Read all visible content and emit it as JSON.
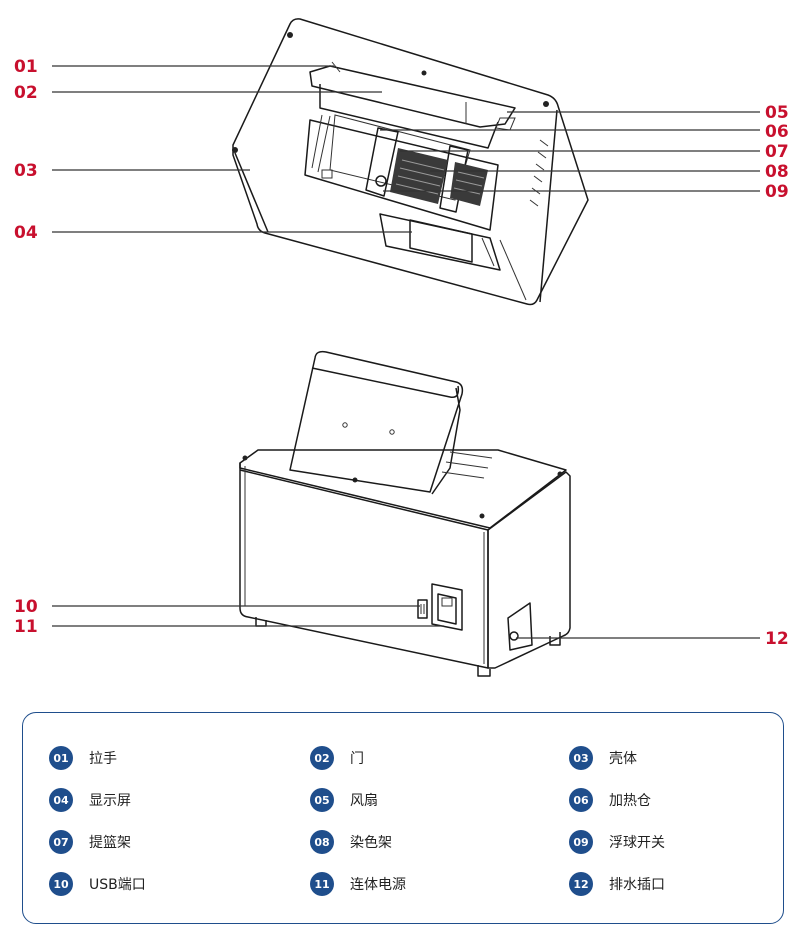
{
  "callouts": [
    {
      "id": "01",
      "label": "拉手"
    },
    {
      "id": "02",
      "label": "门"
    },
    {
      "id": "03",
      "label": "壳体"
    },
    {
      "id": "04",
      "label": "显示屏"
    },
    {
      "id": "05",
      "label": "风扇"
    },
    {
      "id": "06",
      "label": "加热仓"
    },
    {
      "id": "07",
      "label": "提篮架"
    },
    {
      "id": "08",
      "label": "染色架"
    },
    {
      "id": "09",
      "label": "浮球开关"
    },
    {
      "id": "10",
      "label": "USB端口"
    },
    {
      "id": "11",
      "label": "连体电源"
    },
    {
      "id": "12",
      "label": "排水插口"
    }
  ],
  "colors": {
    "callout": "#c8102e",
    "badge": "#1f4e8c",
    "frame": "#1f4e8c",
    "line": "#1a1a1a"
  }
}
